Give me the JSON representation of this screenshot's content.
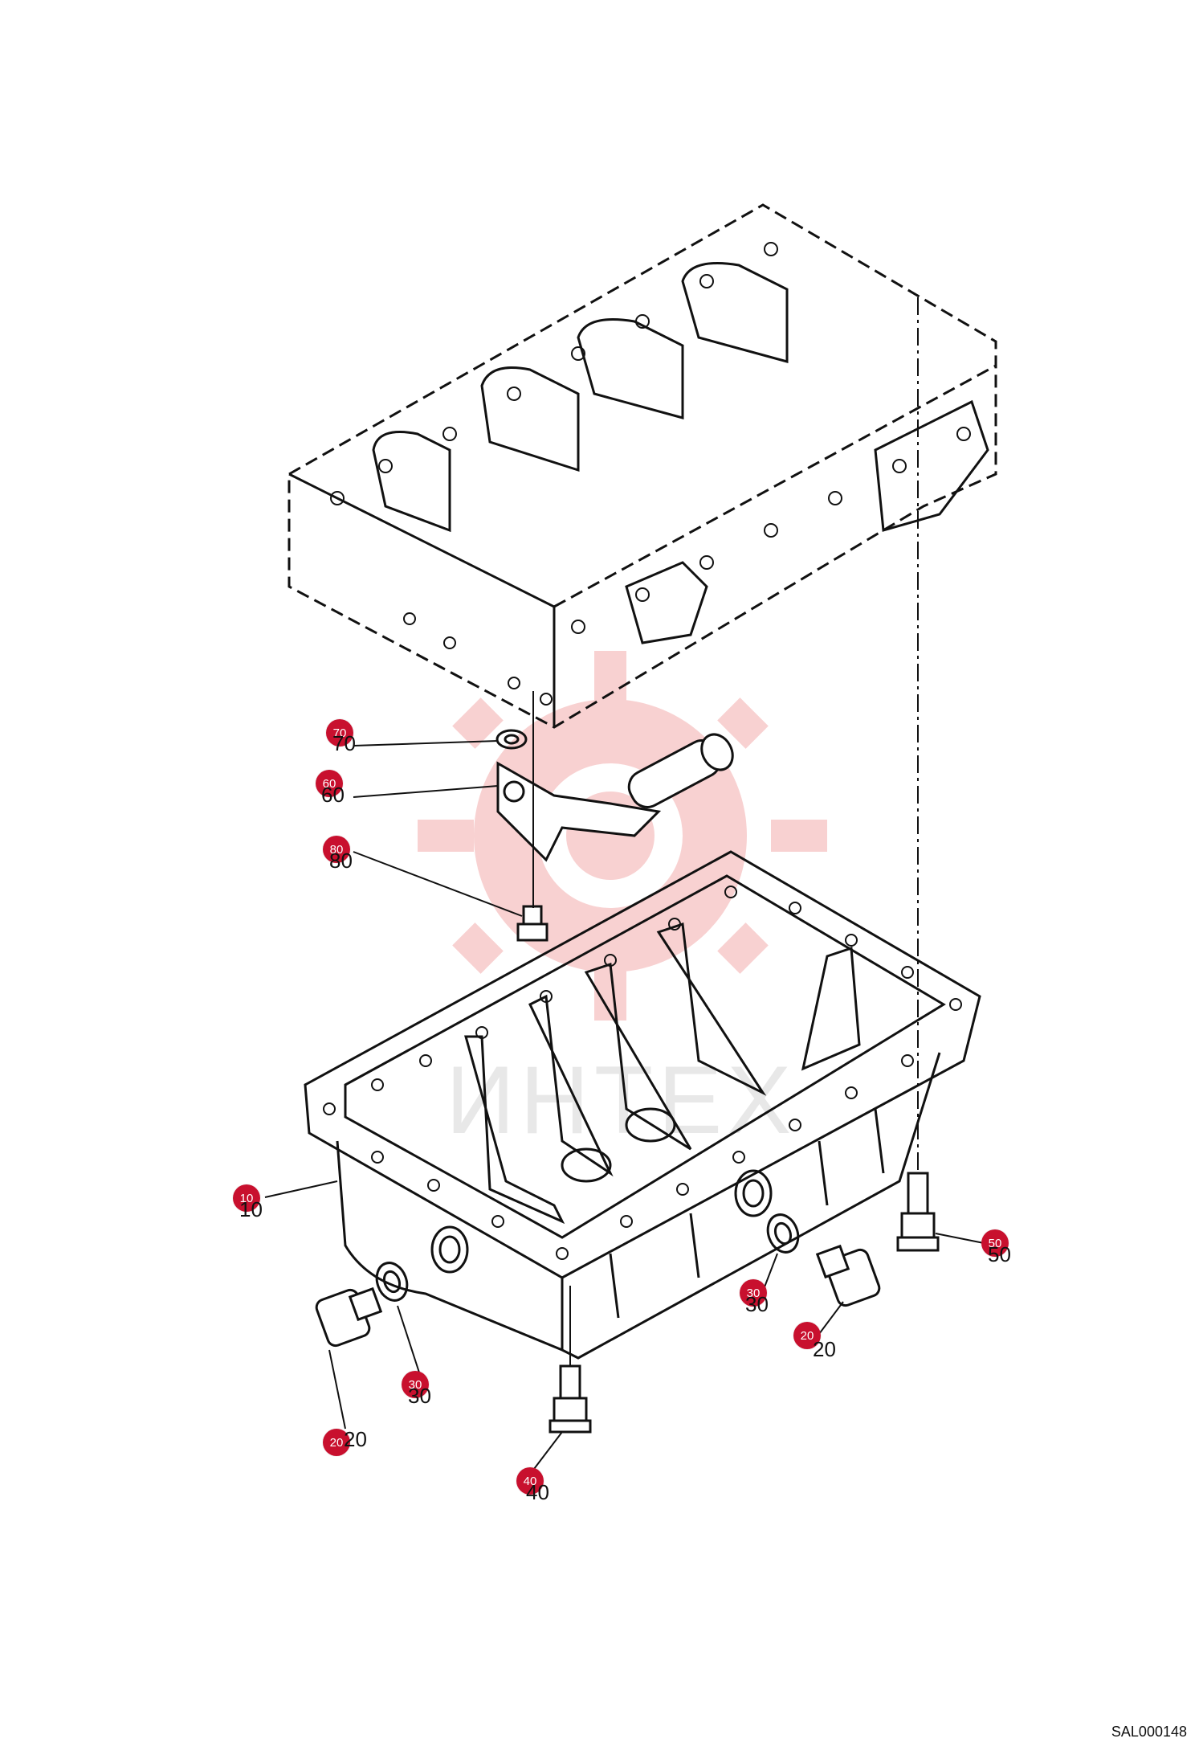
{
  "drawing_id": "SAL000148",
  "watermark_text": "ИНТЕХ",
  "colors": {
    "callout": "#c8102e",
    "watermark": "#f3b5b5",
    "line": "#111111"
  },
  "callouts": [
    {
      "id": "callout-70",
      "label": "70",
      "ghost": "70"
    },
    {
      "id": "callout-60",
      "label": "60",
      "ghost": "60"
    },
    {
      "id": "callout-80",
      "label": "80",
      "ghost": "80"
    },
    {
      "id": "callout-10",
      "label": "10",
      "ghost": "10"
    },
    {
      "id": "callout-50",
      "label": "50",
      "ghost": "50"
    },
    {
      "id": "callout-30-right",
      "label": "30",
      "ghost": "30"
    },
    {
      "id": "callout-20-right",
      "label": "20",
      "ghost": "20"
    },
    {
      "id": "callout-30-left",
      "label": "30",
      "ghost": "30"
    },
    {
      "id": "callout-20-left",
      "label": "20",
      "ghost": "20"
    },
    {
      "id": "callout-40",
      "label": "40",
      "ghost": "40"
    }
  ]
}
